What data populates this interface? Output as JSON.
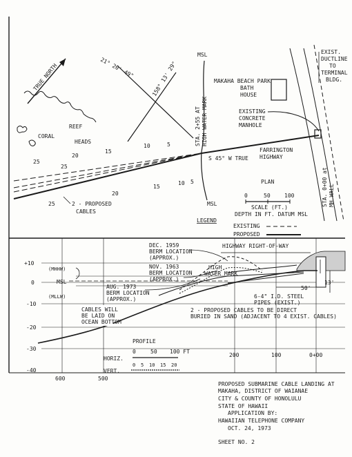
{
  "plan": {
    "true_north": "TRUE NORTH",
    "bearing_1": "21° 20' 49\"",
    "bearing_2": "158° 13' 29\"",
    "msl_top": "MSL",
    "msl_bottom": "MSL",
    "park": "MAKAHA BEACH PARK",
    "bath_house": [
      "BATH",
      "HOUSE"
    ],
    "existing_manhole": [
      "EXISTING",
      "CONCRETE",
      "MANHOLE"
    ],
    "exist_ductline": [
      "EXIST.",
      "DUCTLINE",
      "TO",
      "TERMINAL",
      "BLDG."
    ],
    "station_hwm": [
      "STA. 2+55 AT",
      "HIGH WATER MARK"
    ],
    "station_0": [
      "STA. 0+00 at",
      "MH WALL"
    ],
    "reef": "REEF",
    "coral_heads": [
      "CORAL",
      "HEADS"
    ],
    "bearing_label": "S 45° W TRUE",
    "highway": [
      "FARRINGTON",
      "HIGHWAY"
    ],
    "proposed_cables": [
      "2 - PROPOSED",
      "CABLES"
    ],
    "depths": [
      "25",
      "20",
      "15",
      "10",
      "5",
      "25",
      "20",
      "15",
      "10",
      "5",
      "25"
    ],
    "plan_title": "PLAN",
    "scale_ticks": [
      "0",
      "50",
      "100"
    ],
    "scale_label": "SCALE (FT.)",
    "depth_note": "DEPTH IN FT. DATUM MSL",
    "legend_title": "LEGEND",
    "legend_existing": "EXISTING",
    "legend_proposed": "PROPOSED"
  },
  "profile": {
    "highway_row": "HIGHWAY RIGHT-OF-WAY",
    "berm_1959": [
      "DEC. 1959",
      "BERM LOCATION",
      "(APPROX.)"
    ],
    "berm_1963": [
      "NOV. 1963",
      "BERM LOCATION",
      "(APPROX.)"
    ],
    "berm_1973": [
      "AUG. 1973",
      "BERM LOCATION",
      "(APPROX.)"
    ],
    "high_water_mark": [
      "HIGH",
      "WATER MARK"
    ],
    "mhhw": "(MHHW)",
    "mllw": "(MLLW)",
    "msl": "MSL",
    "cables_note": [
      "CABLES WILL",
      "BE LAID ON",
      "OCEAN BOTTOM"
    ],
    "buried_note": [
      "2 - PROPOSED CABLES TO BE DIRECT",
      "BURIED IN SAND (ADJACENT TO 4 EXIST. CABLES)"
    ],
    "pipes": [
      "6-4\" I.D. STEEL",
      "PIPES (EXIST.)"
    ],
    "dim_50": "50'",
    "dim_13": "13'",
    "y_ticks": [
      "+10",
      "0",
      "-10",
      "-20",
      "-30",
      "-40"
    ],
    "x_ticks": [
      "600",
      "500",
      "200",
      "100",
      "0+00"
    ],
    "title": "PROFILE",
    "horiz_label": "HORIZ.",
    "horiz_ticks": [
      "0",
      "50",
      "100 FT"
    ],
    "vert_label": "VERT.",
    "vert_ticks": [
      "0",
      "5",
      "10",
      "15",
      "20"
    ]
  },
  "title_block": {
    "lines": [
      "PROPOSED SUBMARINE CABLE LANDING AT",
      "MAKAHA, DISTRICT OF WAIANAE",
      "CITY & COUNTY OF HONOLULU",
      "STATE OF HAWAII",
      "APPLICATION BY:",
      "HAWAIIAN TELEPHONE COMPANY",
      "OCT. 24, 1973"
    ],
    "sheet": "SHEET NO. 2"
  }
}
